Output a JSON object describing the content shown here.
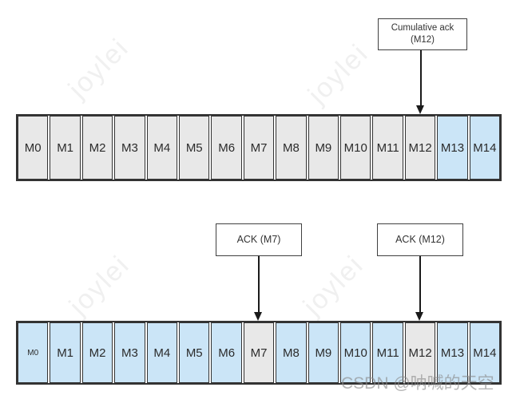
{
  "colors": {
    "cell_gray": "#e8e8e8",
    "cell_blue": "#cbe5f7",
    "border": "#333333",
    "cell_text": "#2b2b2b",
    "watermark_light": "#f0f0f0",
    "watermark_gray": "#8a8a8a"
  },
  "annotations": {
    "cumulative_ack": {
      "line1": "Cumulative ack",
      "line2": "(M12)",
      "target": "M12"
    },
    "ack_m7": {
      "label": "ACK (M7)",
      "target": "M7"
    },
    "ack_m12": {
      "label": "ACK (M12)",
      "target": "M12"
    }
  },
  "rows": [
    {
      "name": "top-row",
      "cells": [
        {
          "label": "M0",
          "fill": "gray"
        },
        {
          "label": "M1",
          "fill": "gray"
        },
        {
          "label": "M2",
          "fill": "gray"
        },
        {
          "label": "M3",
          "fill": "gray"
        },
        {
          "label": "M4",
          "fill": "gray"
        },
        {
          "label": "M5",
          "fill": "gray"
        },
        {
          "label": "M6",
          "fill": "gray"
        },
        {
          "label": "M7",
          "fill": "gray"
        },
        {
          "label": "M8",
          "fill": "gray"
        },
        {
          "label": "M9",
          "fill": "gray"
        },
        {
          "label": "M10",
          "fill": "gray"
        },
        {
          "label": "M11",
          "fill": "gray"
        },
        {
          "label": "M12",
          "fill": "gray"
        },
        {
          "label": "M13",
          "fill": "blue"
        },
        {
          "label": "M14",
          "fill": "blue"
        }
      ]
    },
    {
      "name": "bottom-row",
      "cells": [
        {
          "label": "M0",
          "fill": "blue",
          "small": true
        },
        {
          "label": "M1",
          "fill": "blue"
        },
        {
          "label": "M2",
          "fill": "blue"
        },
        {
          "label": "M3",
          "fill": "blue"
        },
        {
          "label": "M4",
          "fill": "blue"
        },
        {
          "label": "M5",
          "fill": "blue"
        },
        {
          "label": "M6",
          "fill": "blue"
        },
        {
          "label": "M7",
          "fill": "gray"
        },
        {
          "label": "M8",
          "fill": "blue"
        },
        {
          "label": "M9",
          "fill": "blue"
        },
        {
          "label": "M10",
          "fill": "blue"
        },
        {
          "label": "M11",
          "fill": "blue"
        },
        {
          "label": "M12",
          "fill": "gray"
        },
        {
          "label": "M13",
          "fill": "blue"
        },
        {
          "label": "M14",
          "fill": "blue"
        }
      ]
    }
  ],
  "watermarks": {
    "joylei": "joylei",
    "csdn": "CSDN @呐喊的天空"
  }
}
